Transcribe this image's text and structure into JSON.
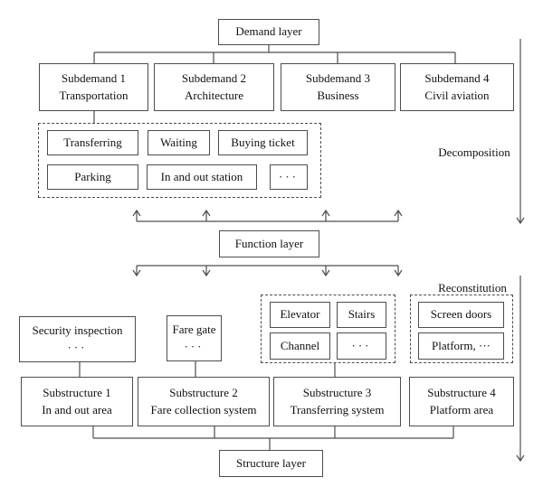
{
  "diagram": {
    "layers": {
      "demand": "Demand layer",
      "function": "Function layer",
      "structure": "Structure layer"
    },
    "side_labels": {
      "decomposition": "Decomposition",
      "reconstitution": "Reconstitution"
    },
    "subdemands": [
      {
        "title": "Subdemand 1",
        "subtitle": "Transportation"
      },
      {
        "title": "Subdemand 2",
        "subtitle": "Architecture"
      },
      {
        "title": "Subdemand 3",
        "subtitle": "Business"
      },
      {
        "title": "Subdemand 4",
        "subtitle": "Civil aviation"
      }
    ],
    "demand_functions": {
      "transferring": "Transferring",
      "waiting": "Waiting",
      "buying_ticket": "Buying ticket",
      "parking": "Parking",
      "in_and_out_station": "In and out station",
      "more": "···"
    },
    "facilities": {
      "security_inspection": {
        "title": "Security inspection",
        "more": "···"
      },
      "fare_gate": {
        "title": "Fare gate",
        "more": "···"
      },
      "transfer_group": {
        "elevator": "Elevator",
        "stairs": "Stairs",
        "channel": "Channel",
        "more": "···"
      },
      "platform_group": {
        "screen_doors": "Screen doors",
        "platform_more": "Platform, ···"
      }
    },
    "substructures": [
      {
        "title": "Substructure 1",
        "subtitle": "In and out area"
      },
      {
        "title": "Substructure 2",
        "subtitle": "Fare collection system"
      },
      {
        "title": "Substructure 3",
        "subtitle": "Transferring system"
      },
      {
        "title": "Substructure 4",
        "subtitle": "Platform area"
      }
    ],
    "colors": {
      "line": "#4d4d4d",
      "text": "#111111",
      "background": "#ffffff"
    }
  }
}
